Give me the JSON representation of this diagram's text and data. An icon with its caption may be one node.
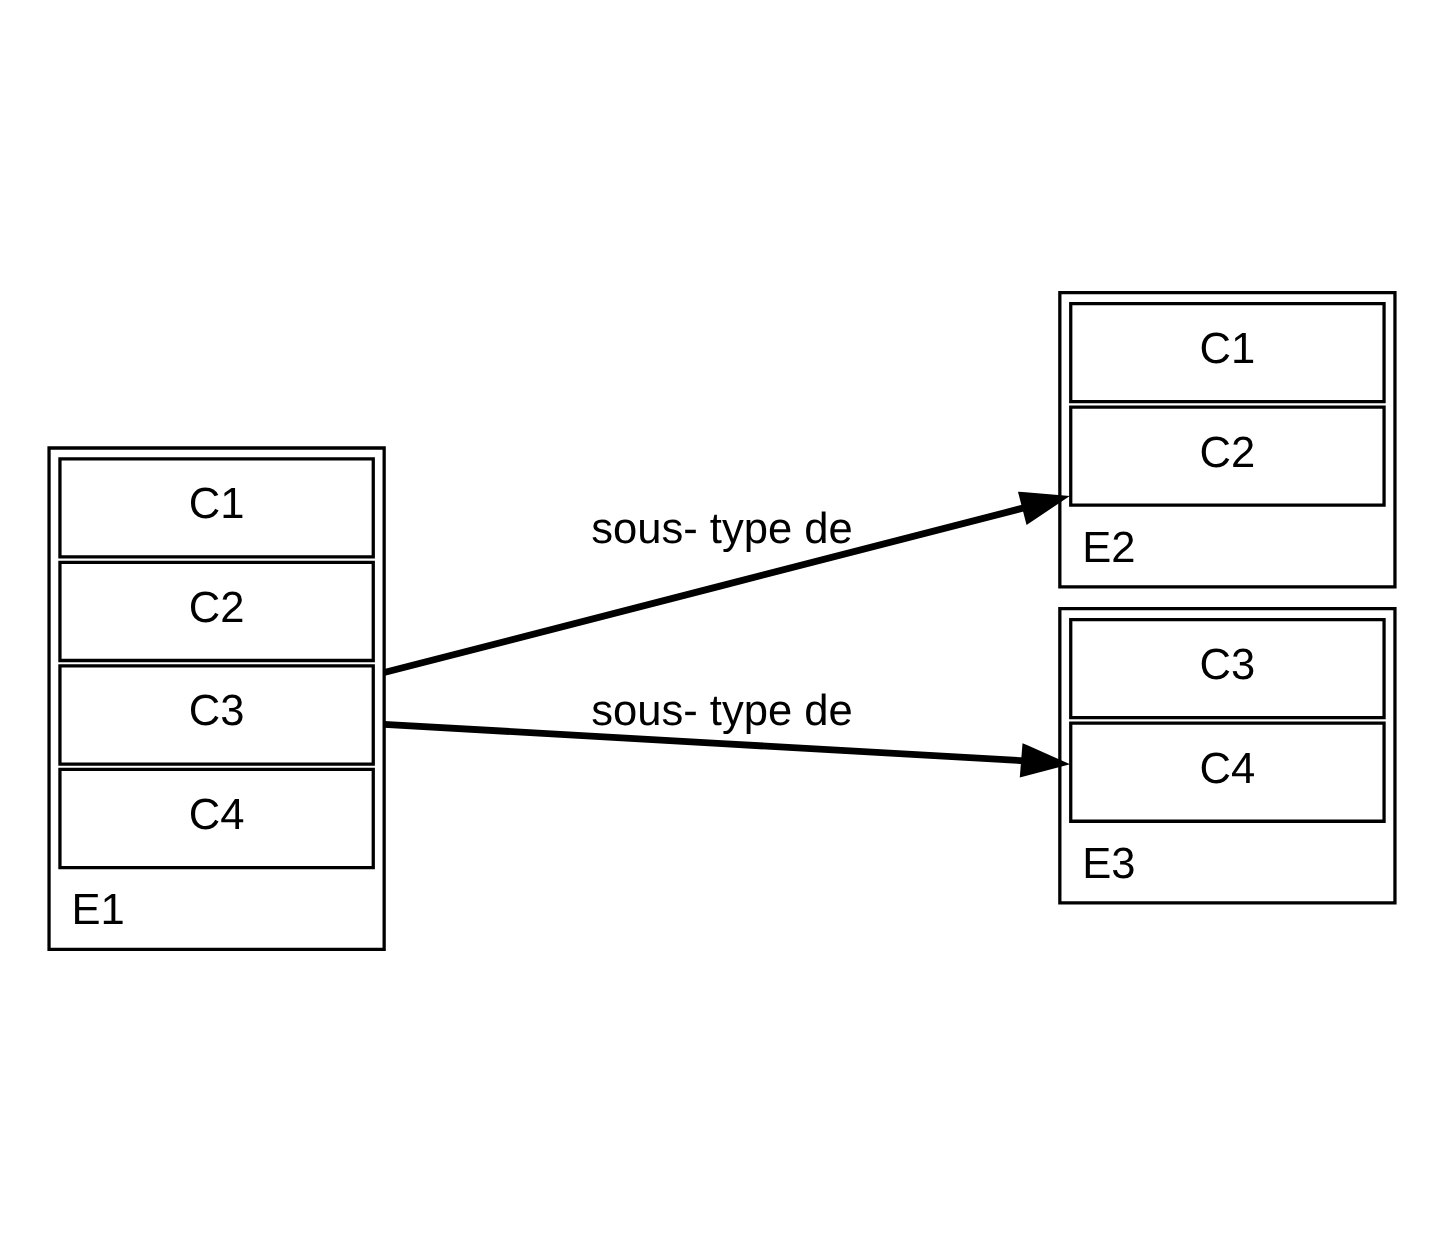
{
  "diagram": {
    "nodes": [
      {
        "text": [
          "E1"
        ]
      },
      {
        "text": [
          "C1"
        ],
        "in": 0
      },
      {
        "text": [
          "C2"
        ],
        "in": 0
      },
      {
        "text": [
          "C3"
        ],
        "in": 0
      },
      {
        "text": [
          "C4"
        ],
        "in": 0
      },
      {
        "text": [
          "E2"
        ]
      },
      {
        "text": [
          "C1"
        ],
        "in": 5
      },
      {
        "text": [
          "C2"
        ],
        "in": 5
      },
      {
        "text": [
          "E3"
        ]
      },
      {
        "text": [
          "C3"
        ],
        "in": 8
      },
      {
        "text": [
          "C4"
        ],
        "in": 8
      }
    ],
    "edges": [
      {
        "from": 0,
        "to": 5,
        "arrow": "to",
        "label": "sous- type de"
      },
      {
        "from": 0,
        "to": 8,
        "arrow": "to",
        "label": "sous- type de"
      }
    ]
  }
}
